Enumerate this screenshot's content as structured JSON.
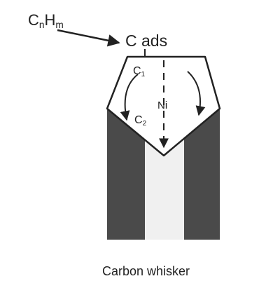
{
  "labels": {
    "reactant": {
      "main": "C",
      "sub1": "n",
      "mid": "H",
      "sub2": "m"
    },
    "adsorbed_carbon": "C ads",
    "pathway_c1": {
      "main": "C",
      "sub": "1"
    },
    "pathway_c2": {
      "main": "C",
      "sub": "2"
    },
    "catalyst": "Ni",
    "caption": "Carbon whisker"
  },
  "colors": {
    "ink": "#222222",
    "whisker_wall": "#4a4a4a",
    "whisker_core": "#f0f0f0",
    "catalyst_fill": "#ffffff",
    "background": "#ffffff"
  }
}
